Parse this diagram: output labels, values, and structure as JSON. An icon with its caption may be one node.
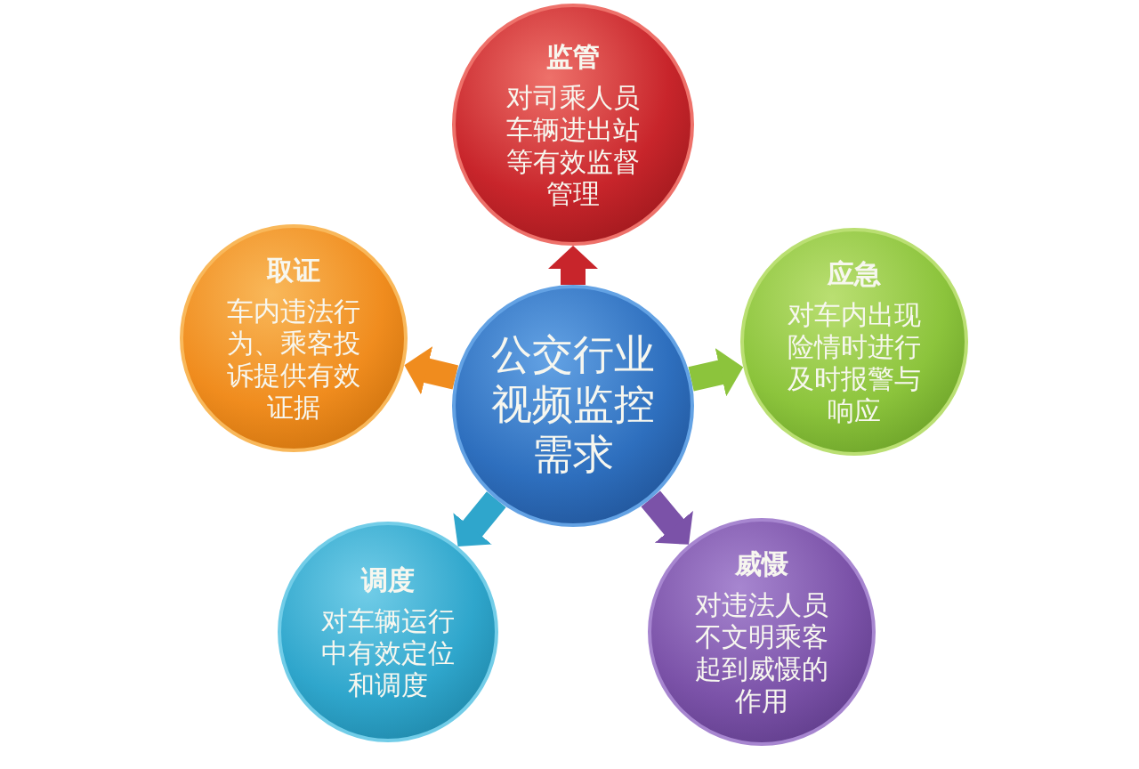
{
  "diagram": {
    "nodes": [
      {
        "text": [
          "监管",
          "对司乘人员车辆进出站等有效监督管理"
        ]
      },
      {
        "text": [
          "取证",
          "车内违法行为、乘客投诉提供有效证据"
        ]
      },
      {
        "text": [
          "应急",
          "对车内出现险情时进行及时报警与响应"
        ]
      },
      {
        "text": [
          "公交行业视频监控需求"
        ]
      },
      {
        "text": [
          "调度",
          "对车辆运行中有效定位和调度"
        ]
      },
      {
        "text": [
          "威慑",
          "对违法人员不文明乘客起到威慑的作用"
        ]
      }
    ],
    "edges": [
      {
        "from": 3,
        "to": 0,
        "arrow": "to",
        "color": "#c8252b"
      },
      {
        "from": 3,
        "to": 1,
        "arrow": "to",
        "color": "#f08c1e"
      },
      {
        "from": 3,
        "to": 2,
        "arrow": "to",
        "color": "#8cc43c"
      },
      {
        "from": 3,
        "to": 4,
        "arrow": "to",
        "color": "#2fa6cc"
      },
      {
        "from": 3,
        "to": 5,
        "arrow": "to",
        "color": "#7b52a8"
      }
    ]
  }
}
